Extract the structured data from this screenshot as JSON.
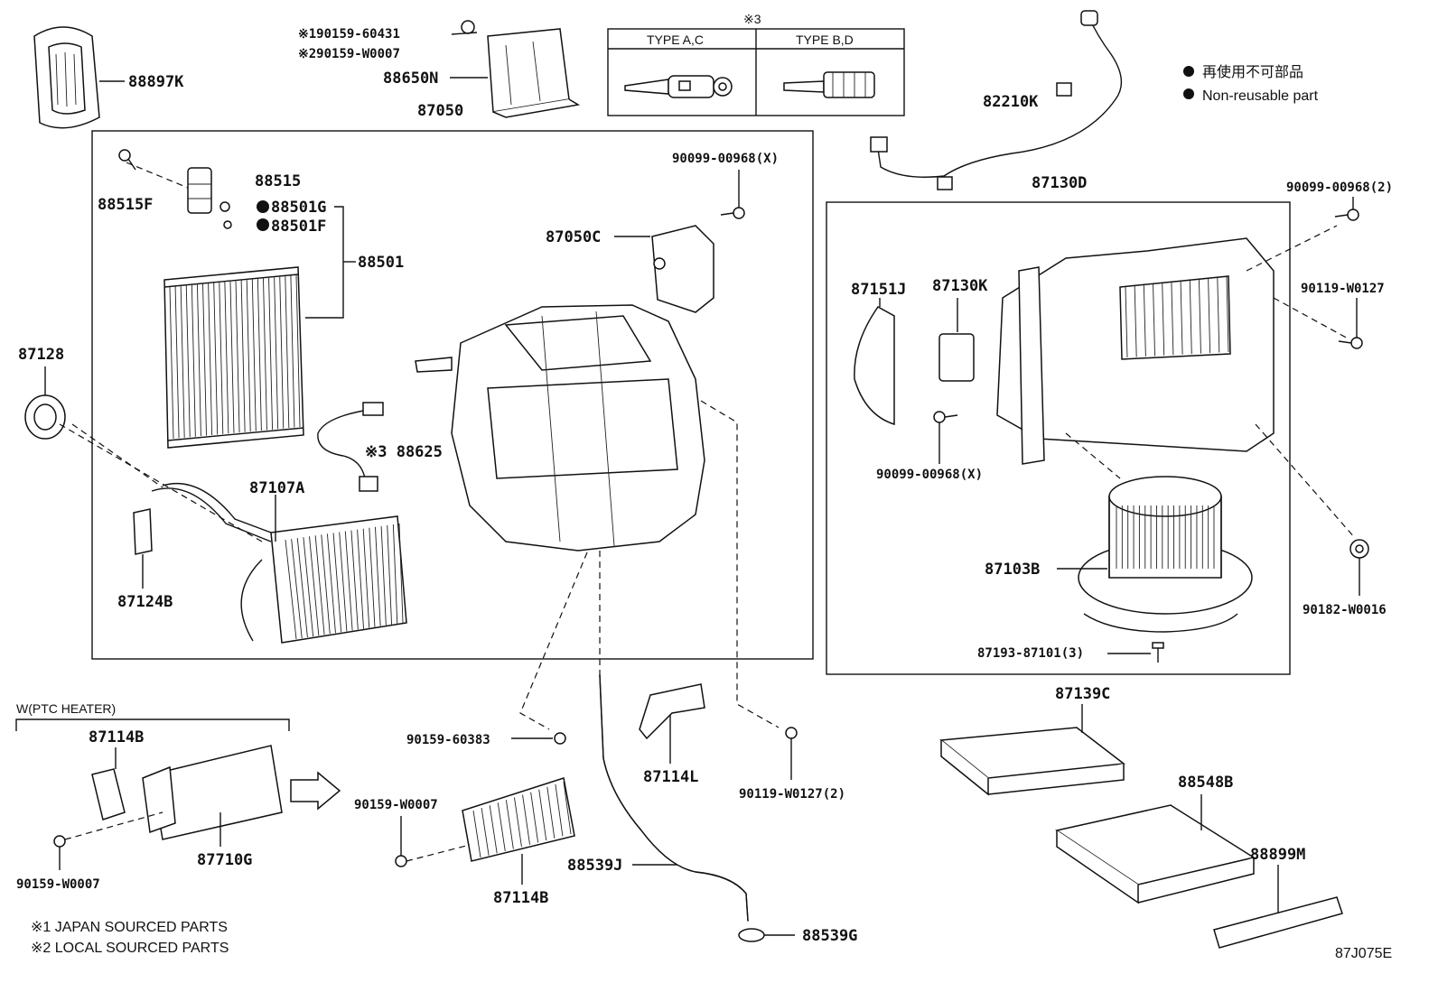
{
  "diagram": {
    "code": "87J075E",
    "legend": {
      "jp": "再使用不可部品",
      "en": "Non-reusable part"
    },
    "notes": {
      "n1": "※1 JAPAN SOURCED PARTS",
      "n2": "※2 LOCAL SOURCED PARTS"
    },
    "type_table": {
      "mark": "※3",
      "col1": "TYPE A,C",
      "col2": "TYPE B,D"
    },
    "ptc_header": "W(PTC HEATER)",
    "parts": {
      "p88897K": "88897K",
      "p90159_60431": "※190159-60431",
      "p90159_W0007_top": "※290159-W0007",
      "p88650N": "88650N",
      "p87050": "87050",
      "p82210K": "82210K",
      "p88515F": "88515F",
      "p88515": "88515",
      "p88501G": "88501G",
      "p88501F": "88501F",
      "p88501": "88501",
      "p90099_00968X_a": "90099-00968(X)",
      "p87050C": "87050C",
      "p87130D": "87130D",
      "p90099_00968_2": "90099-00968(2)",
      "p87151J": "87151J",
      "p87130K": "87130K",
      "p90119_W0127": "90119-W0127",
      "p87128": "87128",
      "p88625": "※3 88625",
      "p87107A": "87107A",
      "p90099_00968X_b": "90099-00968(X)",
      "p87124B": "87124B",
      "p87103B": "87103B",
      "p90182_W0016": "90182-W0016",
      "p87193_87101": "87193-87101(3)",
      "p87139C": "87139C",
      "p87114B_a": "87114B",
      "p90159_60383": "90159-60383",
      "p87114L": "87114L",
      "p90119_W0127_2": "90119-W0127(2)",
      "p88548B": "88548B",
      "p90159_W0007_mid": "90159-W0007",
      "p87710G": "87710G",
      "p90159_W0007_left": "90159-W0007",
      "p88539J": "88539J",
      "p88899M": "88899M",
      "p87114B_b": "87114B",
      "p88539G": "88539G"
    }
  }
}
